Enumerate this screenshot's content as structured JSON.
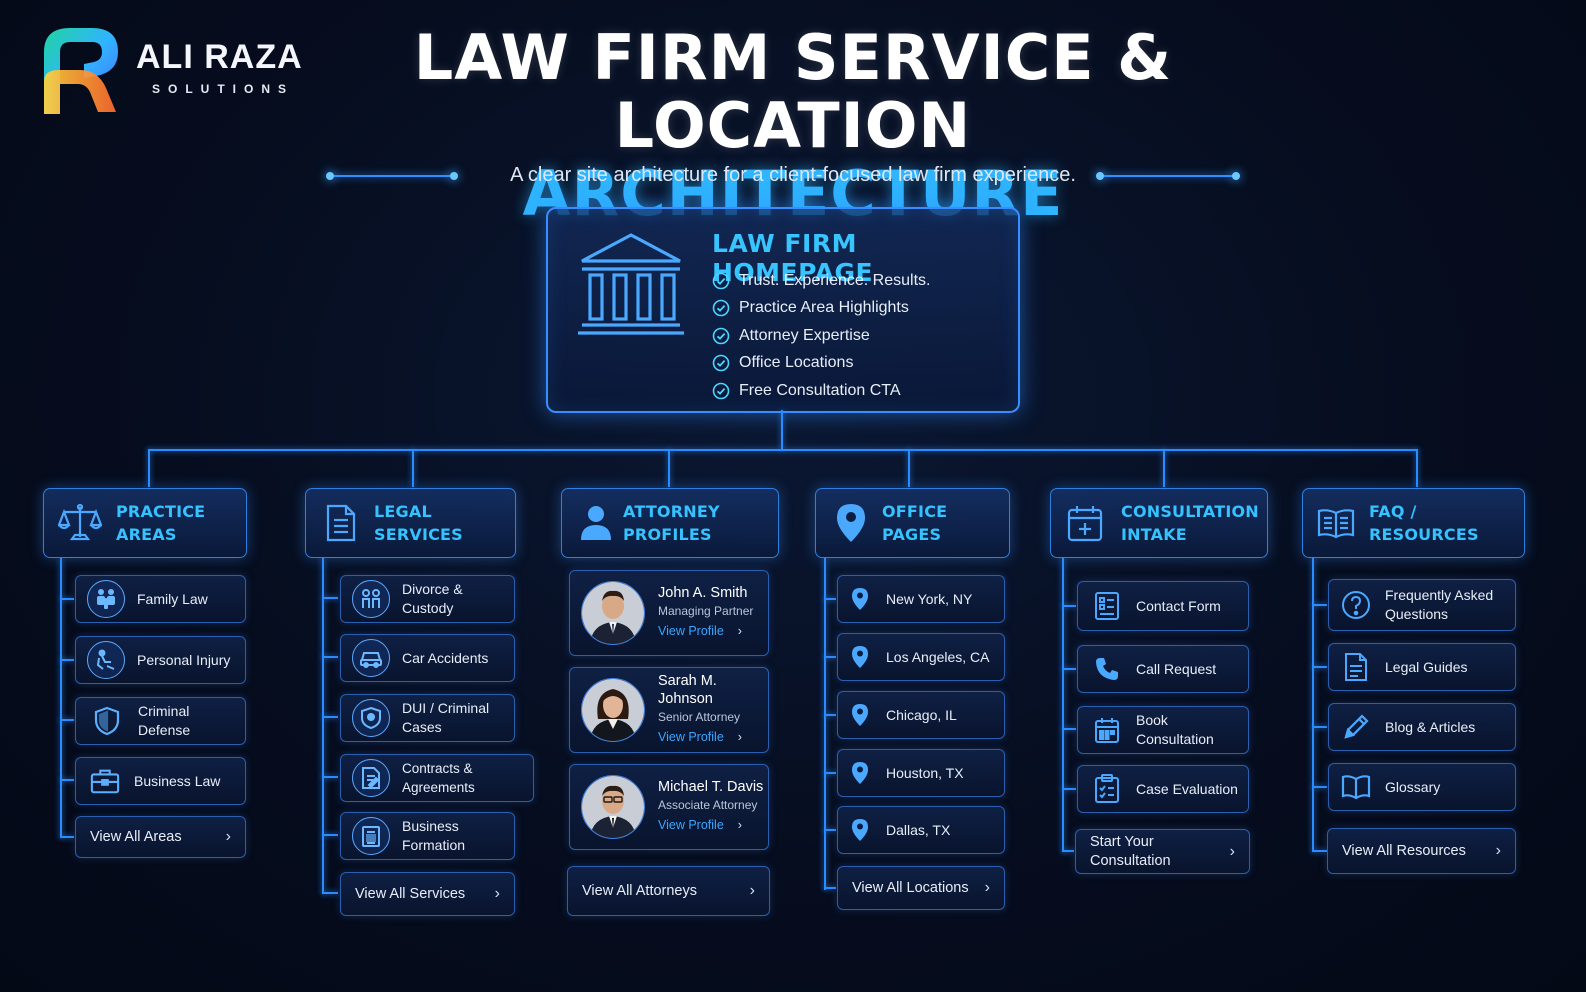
{
  "brand": {
    "name": "ALI RAZA",
    "sub": "SOLUTIONS"
  },
  "title": {
    "line1": "LAW FIRM SERVICE &",
    "line2_plain": "LOCATION",
    "line2_accent": "ARCHITECTURE"
  },
  "subtitle": "A clear site architecture for a client-focused law firm experience.",
  "homepage": {
    "title": "LAW FIRM HOMEPAGE",
    "items": [
      "Trust. Experience. Results.",
      "Practice Area Highlights",
      "Attorney Expertise",
      "Office Locations",
      "Free Consultation CTA"
    ]
  },
  "categories": [
    {
      "title": "PRACTICE AREAS",
      "icon": "scales-icon",
      "items": [
        {
          "label": "Family Law",
          "icon": "family-icon"
        },
        {
          "label": "Personal Injury",
          "icon": "injury-icon"
        },
        {
          "label": "Criminal Defense",
          "icon": "shield-icon"
        },
        {
          "label": "Business Law",
          "icon": "briefcase-icon"
        }
      ],
      "view_all": "View All Areas"
    },
    {
      "title": "LEGAL SERVICES",
      "icon": "document-icon",
      "items": [
        {
          "label": "Divorce & Custody",
          "icon": "people-icon"
        },
        {
          "label": "Car Accidents",
          "icon": "car-icon"
        },
        {
          "label": "DUI / Criminal Cases",
          "icon": "badge-icon"
        },
        {
          "label": "Contracts & Agreements",
          "icon": "contract-icon"
        },
        {
          "label": "Business Formation",
          "icon": "building-doc-icon"
        }
      ],
      "view_all": "View All Services"
    },
    {
      "title": "ATTORNEY PROFILES",
      "icon": "user-icon",
      "attorneys": [
        {
          "name": "John A. Smith",
          "role": "Managing Partner",
          "link": "View Profile"
        },
        {
          "name": "Sarah M. Johnson",
          "role": "Senior Attorney",
          "link": "View Profile"
        },
        {
          "name": "Michael T. Davis",
          "role": "Associate Attorney",
          "link": "View Profile"
        }
      ],
      "view_all": "View All Attorneys"
    },
    {
      "title": "OFFICE PAGES",
      "icon": "location-pin-icon",
      "items": [
        {
          "label": "New York, NY",
          "icon": "pin-icon"
        },
        {
          "label": "Los Angeles, CA",
          "icon": "pin-icon"
        },
        {
          "label": "Chicago, IL",
          "icon": "pin-icon"
        },
        {
          "label": "Houston, TX",
          "icon": "pin-icon"
        },
        {
          "label": "Dallas, TX",
          "icon": "pin-icon"
        }
      ],
      "view_all": "View All Locations"
    },
    {
      "title_line1": "CONSULTATION",
      "title_line2": "INTAKE",
      "icon": "calendar-plus-icon",
      "items": [
        {
          "label": "Contact Form",
          "icon": "form-icon"
        },
        {
          "label": "Call Request",
          "icon": "phone-icon"
        },
        {
          "label": "Book Consultation",
          "icon": "calendar-icon"
        },
        {
          "label": "Case Evaluation",
          "icon": "clipboard-icon"
        }
      ],
      "view_all": "Start Your Consultation"
    },
    {
      "title": "FAQ / RESOURCES",
      "icon": "book-icon",
      "items": [
        {
          "label_line1": "Frequently Asked",
          "label_line2": "Questions",
          "icon": "question-icon"
        },
        {
          "label": "Legal Guides",
          "icon": "guide-icon"
        },
        {
          "label": "Blog & Articles",
          "icon": "pencil-icon"
        },
        {
          "label": "Glossary",
          "icon": "open-book-icon"
        }
      ],
      "view_all": "View All Resources"
    }
  ],
  "colors": {
    "accent": "#35c2ff",
    "wire": "#2b8cff",
    "background": "#060d1f"
  }
}
